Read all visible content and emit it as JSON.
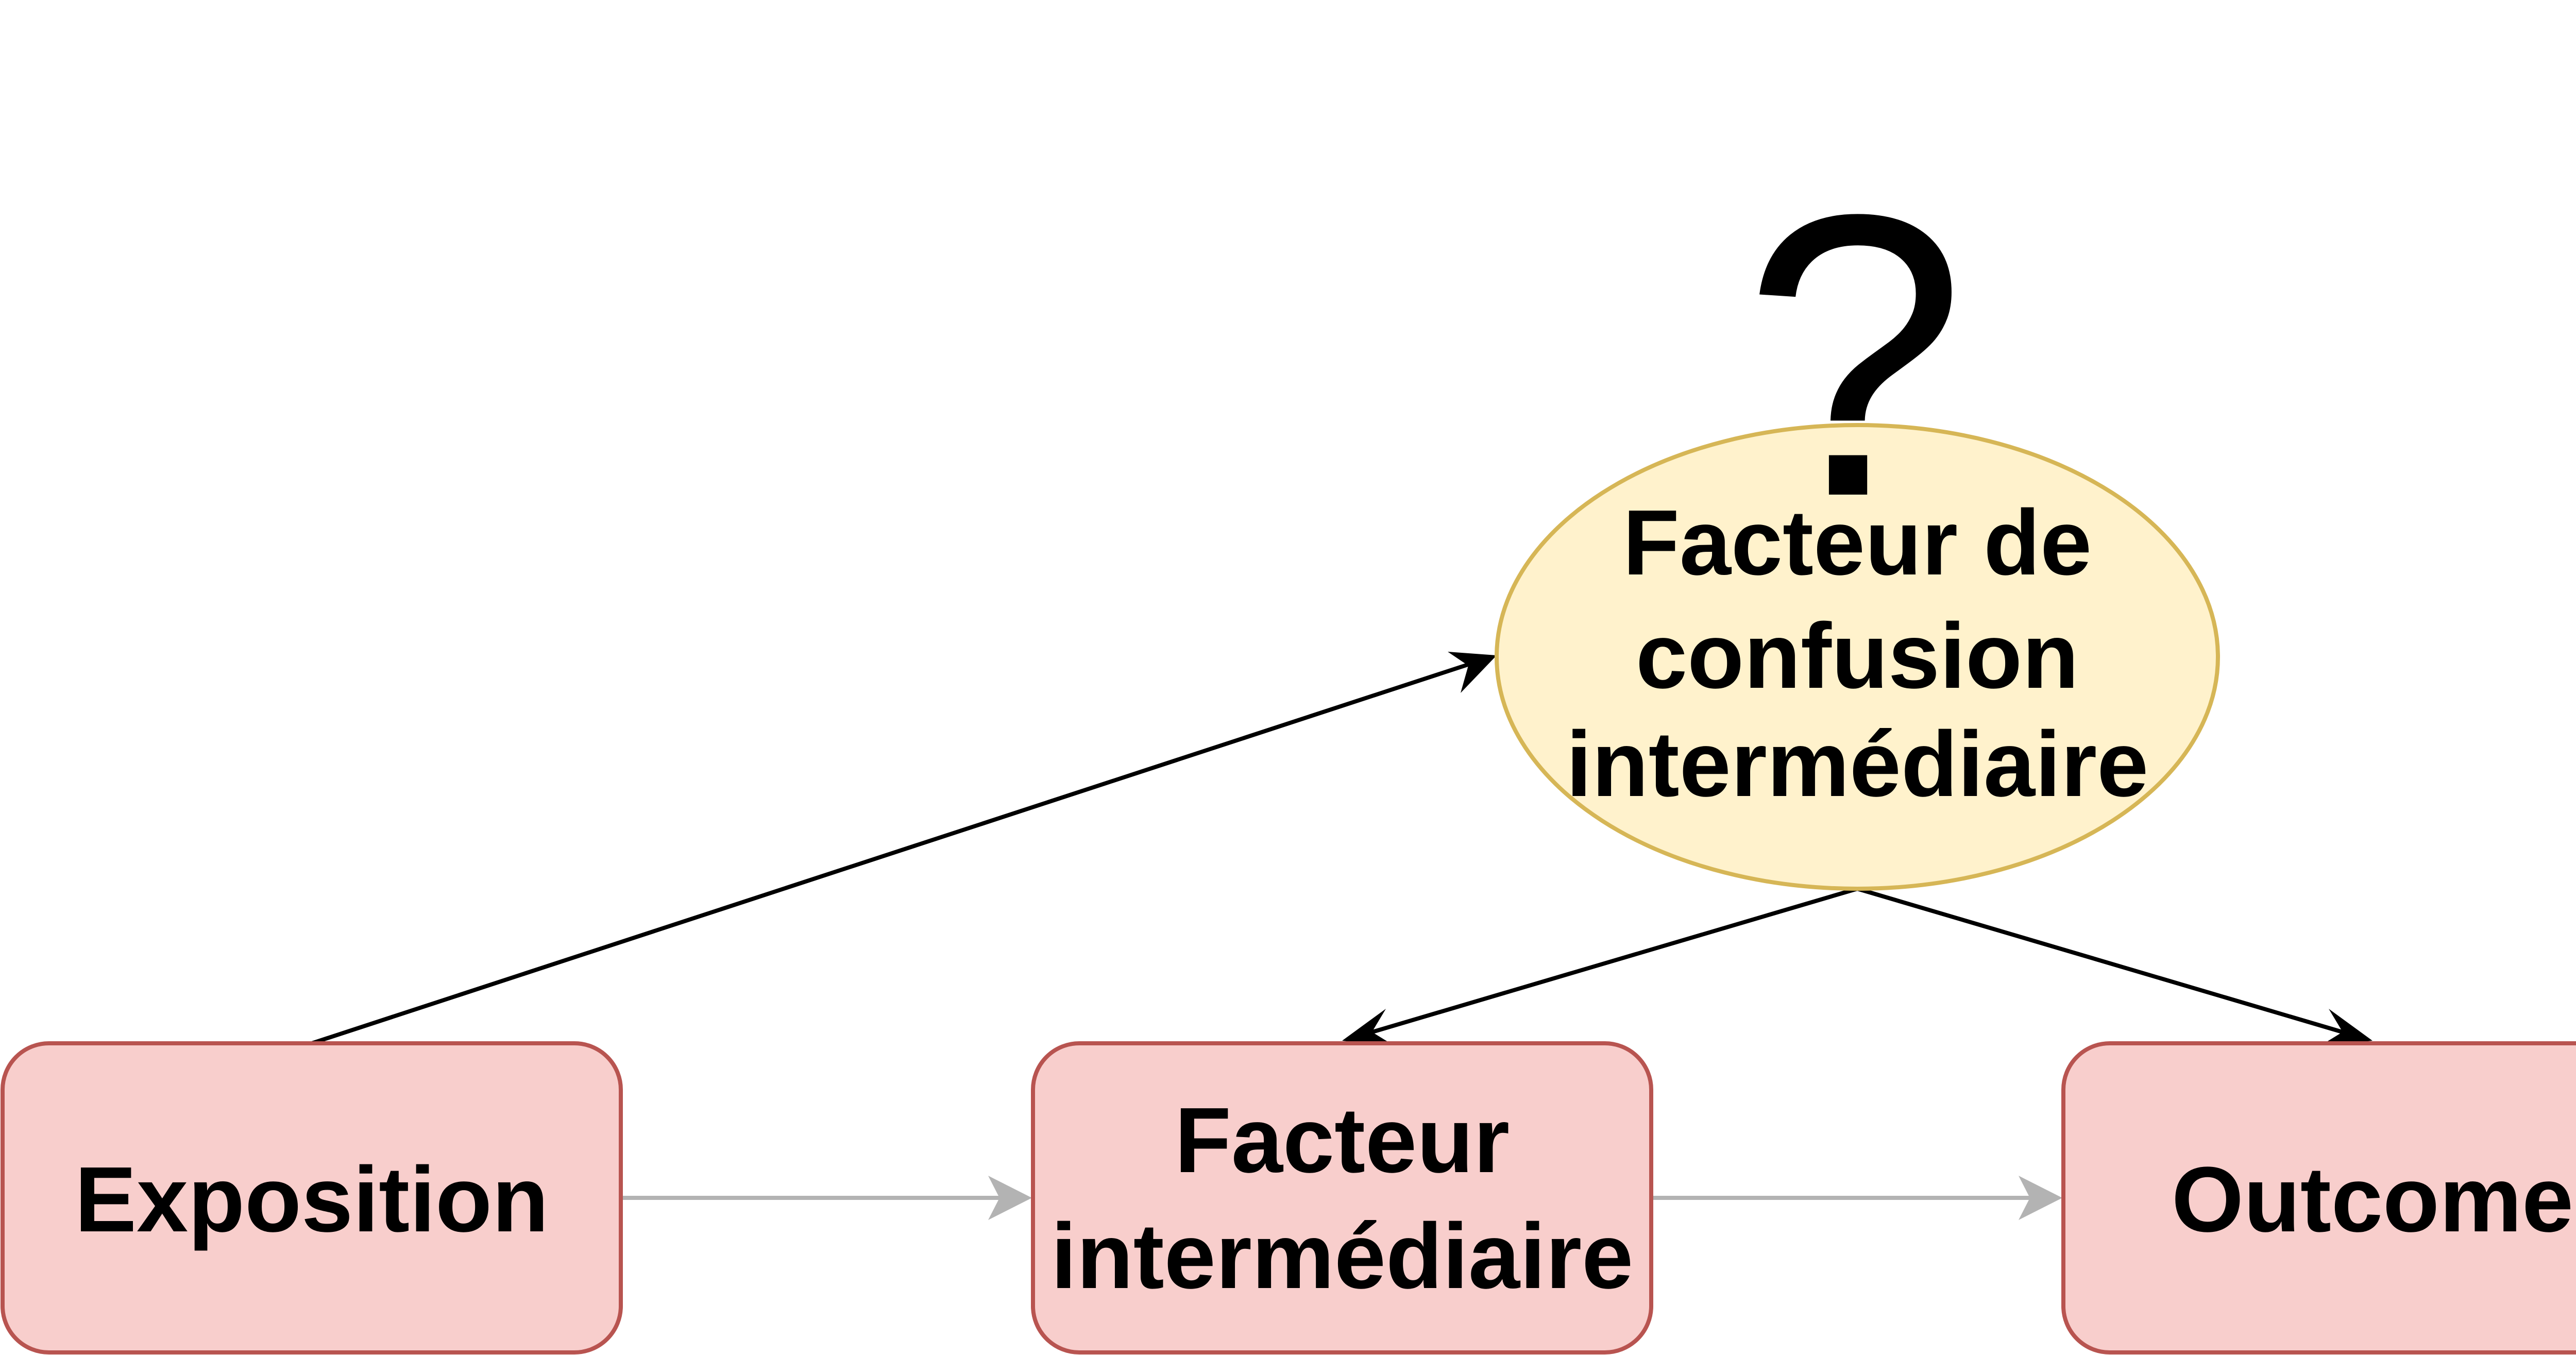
{
  "diagram": {
    "question_mark": "?",
    "nodes": {
      "confounder": {
        "lines": [
          "Facteur de",
          "confusion",
          "intermédiaire"
        ]
      },
      "exposition": {
        "lines": [
          "Exposition"
        ]
      },
      "intermediate": {
        "lines": [
          "Facteur",
          "intermédiaire"
        ]
      },
      "outcome": {
        "lines": [
          "Outcome"
        ]
      }
    },
    "colors": {
      "box_fill": "#f8cecc",
      "box_stroke": "#b85450",
      "ellipse_fill": "#fff2cc",
      "ellipse_stroke": "#d6b656",
      "arrow_black": "#000000",
      "arrow_gray": "#b3b3b3"
    },
    "edges": [
      {
        "from": "exposition",
        "to": "confounder",
        "style": "black"
      },
      {
        "from": "confounder",
        "to": "intermediate",
        "style": "black"
      },
      {
        "from": "confounder",
        "to": "outcome",
        "style": "black"
      },
      {
        "from": "exposition",
        "to": "intermediate",
        "style": "gray"
      },
      {
        "from": "intermediate",
        "to": "outcome",
        "style": "gray"
      }
    ]
  }
}
